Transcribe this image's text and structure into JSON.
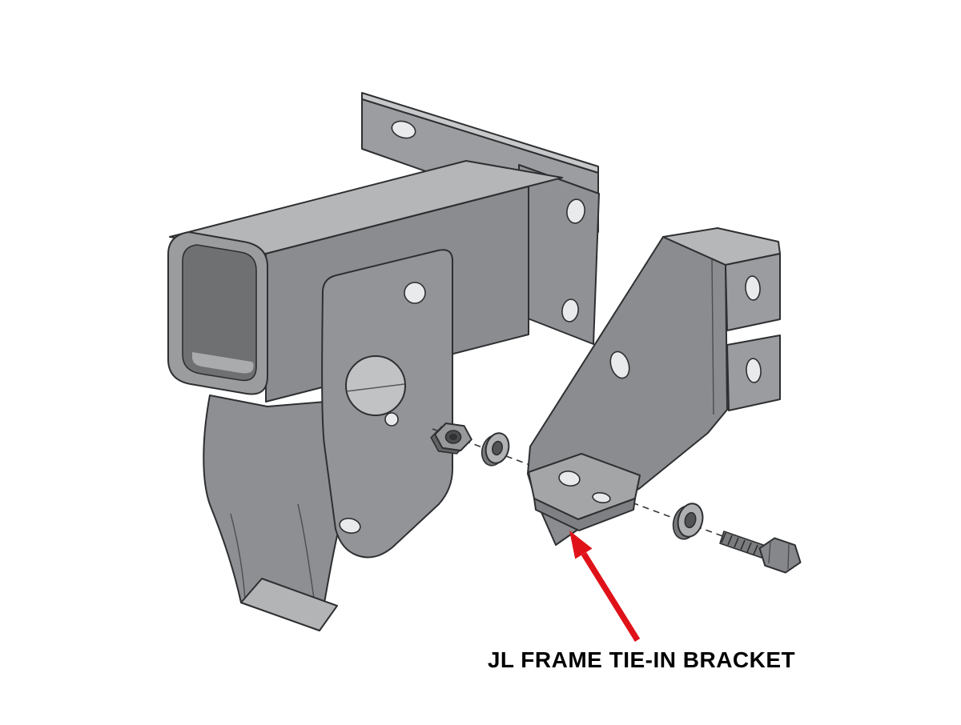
{
  "callout": {
    "label": "JL FRAME TIE-IN BRACKET"
  },
  "colors": {
    "background": "#ffffff",
    "outline": "#2d2f31",
    "part_gray": "#8f9193",
    "part_mid": "#8a8c8f",
    "part_light": "#b6b8ba",
    "part_dark": "#6f7173",
    "hole_fill": "#e9eaeb",
    "accent_red": "#e01219",
    "label_text": "#000000"
  },
  "components": [
    {
      "name": "frame-mount-back-plate"
    },
    {
      "name": "frame-rail-end-plate"
    },
    {
      "name": "receiver-tube"
    },
    {
      "name": "front-gusset-plate"
    },
    {
      "name": "drop-leg"
    },
    {
      "name": "hex-nut"
    },
    {
      "name": "flat-washer-inner"
    },
    {
      "name": "jl-frame-tie-in-bracket"
    },
    {
      "name": "flat-washer-outer"
    },
    {
      "name": "hex-bolt"
    }
  ]
}
